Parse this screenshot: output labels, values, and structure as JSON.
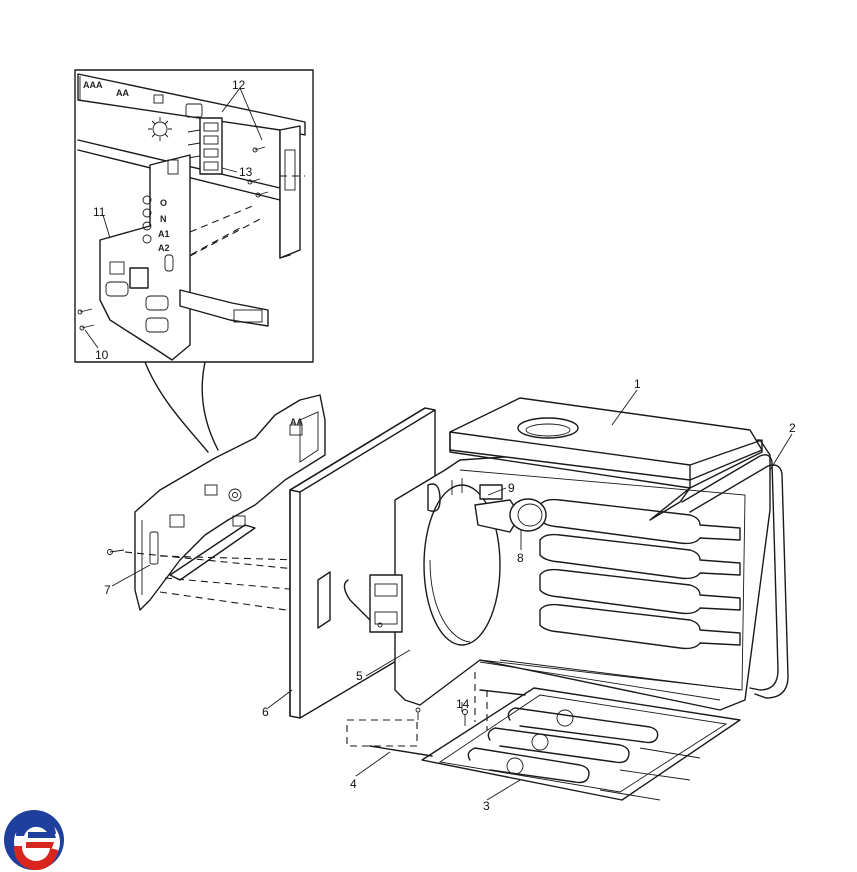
{
  "colors": {
    "line": "#1a1a1a",
    "logo_blue": "#1f3f9c",
    "logo_red": "#d8261e"
  },
  "icons": [
    "brand-logo"
  ],
  "diagram": {
    "callouts": [
      {
        "id": "1",
        "label": "1"
      },
      {
        "id": "2",
        "label": "2"
      },
      {
        "id": "3",
        "label": "3"
      },
      {
        "id": "4",
        "label": "4"
      },
      {
        "id": "5",
        "label": "5"
      },
      {
        "id": "6",
        "label": "6"
      },
      {
        "id": "7",
        "label": "7"
      },
      {
        "id": "8",
        "label": "8"
      },
      {
        "id": "9",
        "label": "9"
      },
      {
        "id": "10",
        "label": "10"
      },
      {
        "id": "11",
        "label": "11"
      },
      {
        "id": "12",
        "label": "12"
      },
      {
        "id": "13",
        "label": "13"
      },
      {
        "id": "14",
        "label": "14"
      }
    ],
    "switch_plate_marks": [
      "O",
      "N",
      "A1",
      "A2"
    ]
  }
}
